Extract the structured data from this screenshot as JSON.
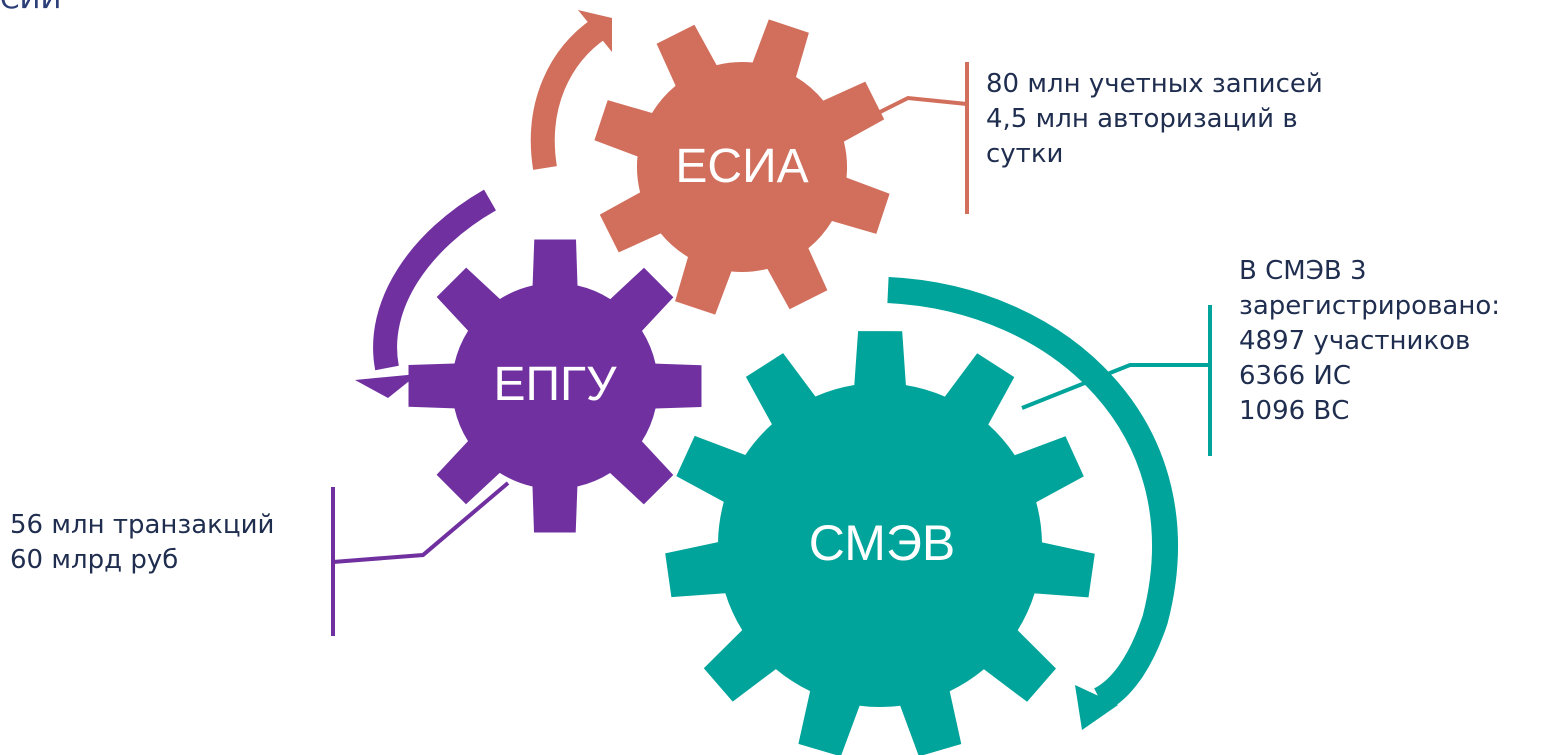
{
  "top_fragment": "СИЙ",
  "colors": {
    "esia": "#d16f5c",
    "epgu": "#7030a0",
    "smev": "#00a49a",
    "text": "#1f2d4f"
  },
  "gears": {
    "esia": {
      "label": "ЕСИА"
    },
    "epgu": {
      "label": "ЕПГУ"
    },
    "smev": {
      "label": "СМЭВ"
    }
  },
  "callouts": {
    "esia": [
      "80 млн учетных записей",
      "4,5 млн авторизаций в",
      "сутки"
    ],
    "smev": [
      "В СМЭВ 3",
      "зарегистрировано:",
      "4897  участников",
      "6366 ИС",
      "1096 ВС"
    ],
    "epgu": [
      "56 млн транзакций",
      "60 млрд руб"
    ]
  }
}
